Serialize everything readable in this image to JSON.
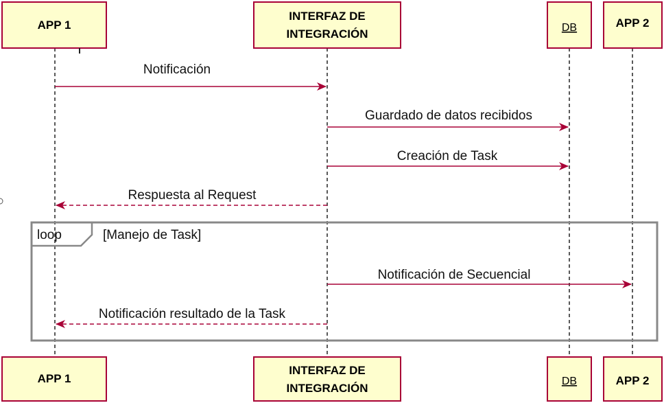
{
  "colors": {
    "actor_fill": "#FEFECE",
    "actor_border": "#A80036",
    "arrow": "#A80036",
    "lifeline": "#222222",
    "frame_border": "#888888"
  },
  "participants": {
    "app1": "APP 1",
    "interfaz_line1": "INTERFAZ DE",
    "interfaz_line2": "INTEGRACIÓN",
    "db": "DB",
    "app2": "APP 2"
  },
  "messages": {
    "m1": "Notificación",
    "m2": "Guardado de datos recibidos",
    "m3": "Creación de Task",
    "m4": "Respuesta al Request",
    "m5": "Notificación de Secuencial",
    "m6": "Notificación resultado de la Task"
  },
  "loop": {
    "keyword": "loop",
    "condition": "[Manejo de Task]"
  }
}
